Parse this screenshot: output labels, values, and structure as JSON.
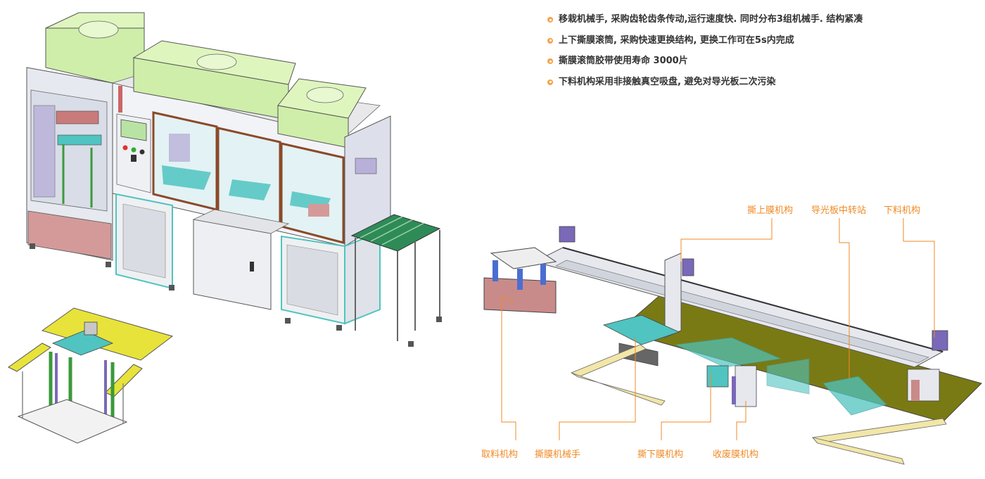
{
  "features": [
    "移栽机械手, 采购齿轮齿条传动,运行速度快. 同时分布3组机械手. 结构紧凑",
    "上下撕膜滚筒, 采购快速更换结构, 更换工作可在5s内完成",
    "撕膜滚筒胶带使用寿命 3000片",
    "下料机构采用非接触真空吸盘, 避免对导光板二次污染"
  ],
  "labels": {
    "tear_top_film": "撕上膜机构",
    "light_guide_transfer": "导光板中转站",
    "unloading": "下料机构",
    "pickup": "取料机构",
    "film_tearing_manipulator": "撕膜机械手",
    "tear_bottom_film": "撕下膜机构",
    "waste_film_collection": "收废膜机构"
  },
  "colors": {
    "accent": "#f08a24",
    "bullet": "#f5a34a",
    "text": "#333333"
  }
}
